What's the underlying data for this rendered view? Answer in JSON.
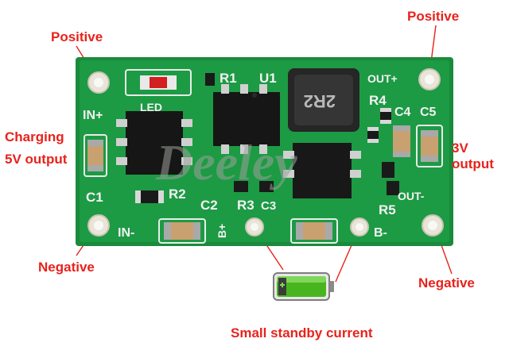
{
  "colors": {
    "callout_text": "#e8221c",
    "callout_line": "#e8221c",
    "pcb": "#1d9a44",
    "silkscreen": "#f2f2f2",
    "battery_green": "#49b51e",
    "watermark": "#9aa09a"
  },
  "callouts": {
    "positive_left": "Positive",
    "positive_right": "Positive",
    "charging_line1": "Charging",
    "charging_line2": "5V output",
    "output_3v_line1": "3V",
    "output_3v_line2": "output",
    "negative_left": "Negative",
    "negative_right": "Negative",
    "standby": "Small standby current"
  },
  "watermark": "Deeley",
  "board": {
    "labels": {
      "led": "LED",
      "r1": "R1",
      "u1": "U1",
      "out_plus": "OUT+",
      "r4": "R4",
      "c4": "C4",
      "c5": "C5",
      "in_plus": "IN+",
      "c1": "C1",
      "r2": "R2",
      "c2": "C2",
      "r3": "R3",
      "c3": "C3",
      "r5": "R5",
      "out_minus": "OUT-",
      "in_minus": "IN-",
      "b_plus": "B+",
      "b_minus": "B-",
      "inductor_code": "2R2"
    }
  },
  "icons": {
    "battery": "battery-icon"
  }
}
